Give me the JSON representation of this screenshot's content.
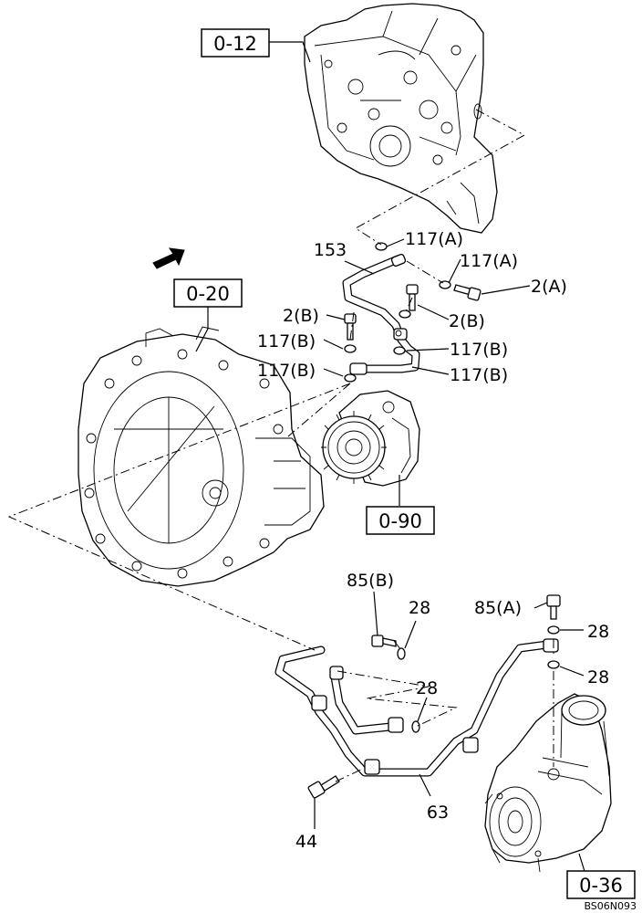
{
  "diagram": {
    "ref_boxes": {
      "timing_case": "0-12",
      "flywheel_housing": "0-20",
      "injection_pump": "0-90",
      "turbocharger": "0-36"
    },
    "callouts": {
      "p153": "153",
      "p117a_1": "117(A)",
      "p117a_2": "117(A)",
      "p2a": "2(A)",
      "p2b_1": "2(B)",
      "p2b_2": "2(B)",
      "p117b_1": "117(B)",
      "p117b_2": "117(B)",
      "p117b_3": "117(B)",
      "p117b_4": "117(B)",
      "p85b": "85(B)",
      "p28_1": "28",
      "p28_2": "28",
      "p85a": "85(A)",
      "p28_3": "28",
      "p28_4": "28",
      "p63": "63",
      "p44": "44"
    },
    "drawing_code": "BS06N093"
  },
  "icons": {
    "front_arrow": "arrow-icon"
  }
}
